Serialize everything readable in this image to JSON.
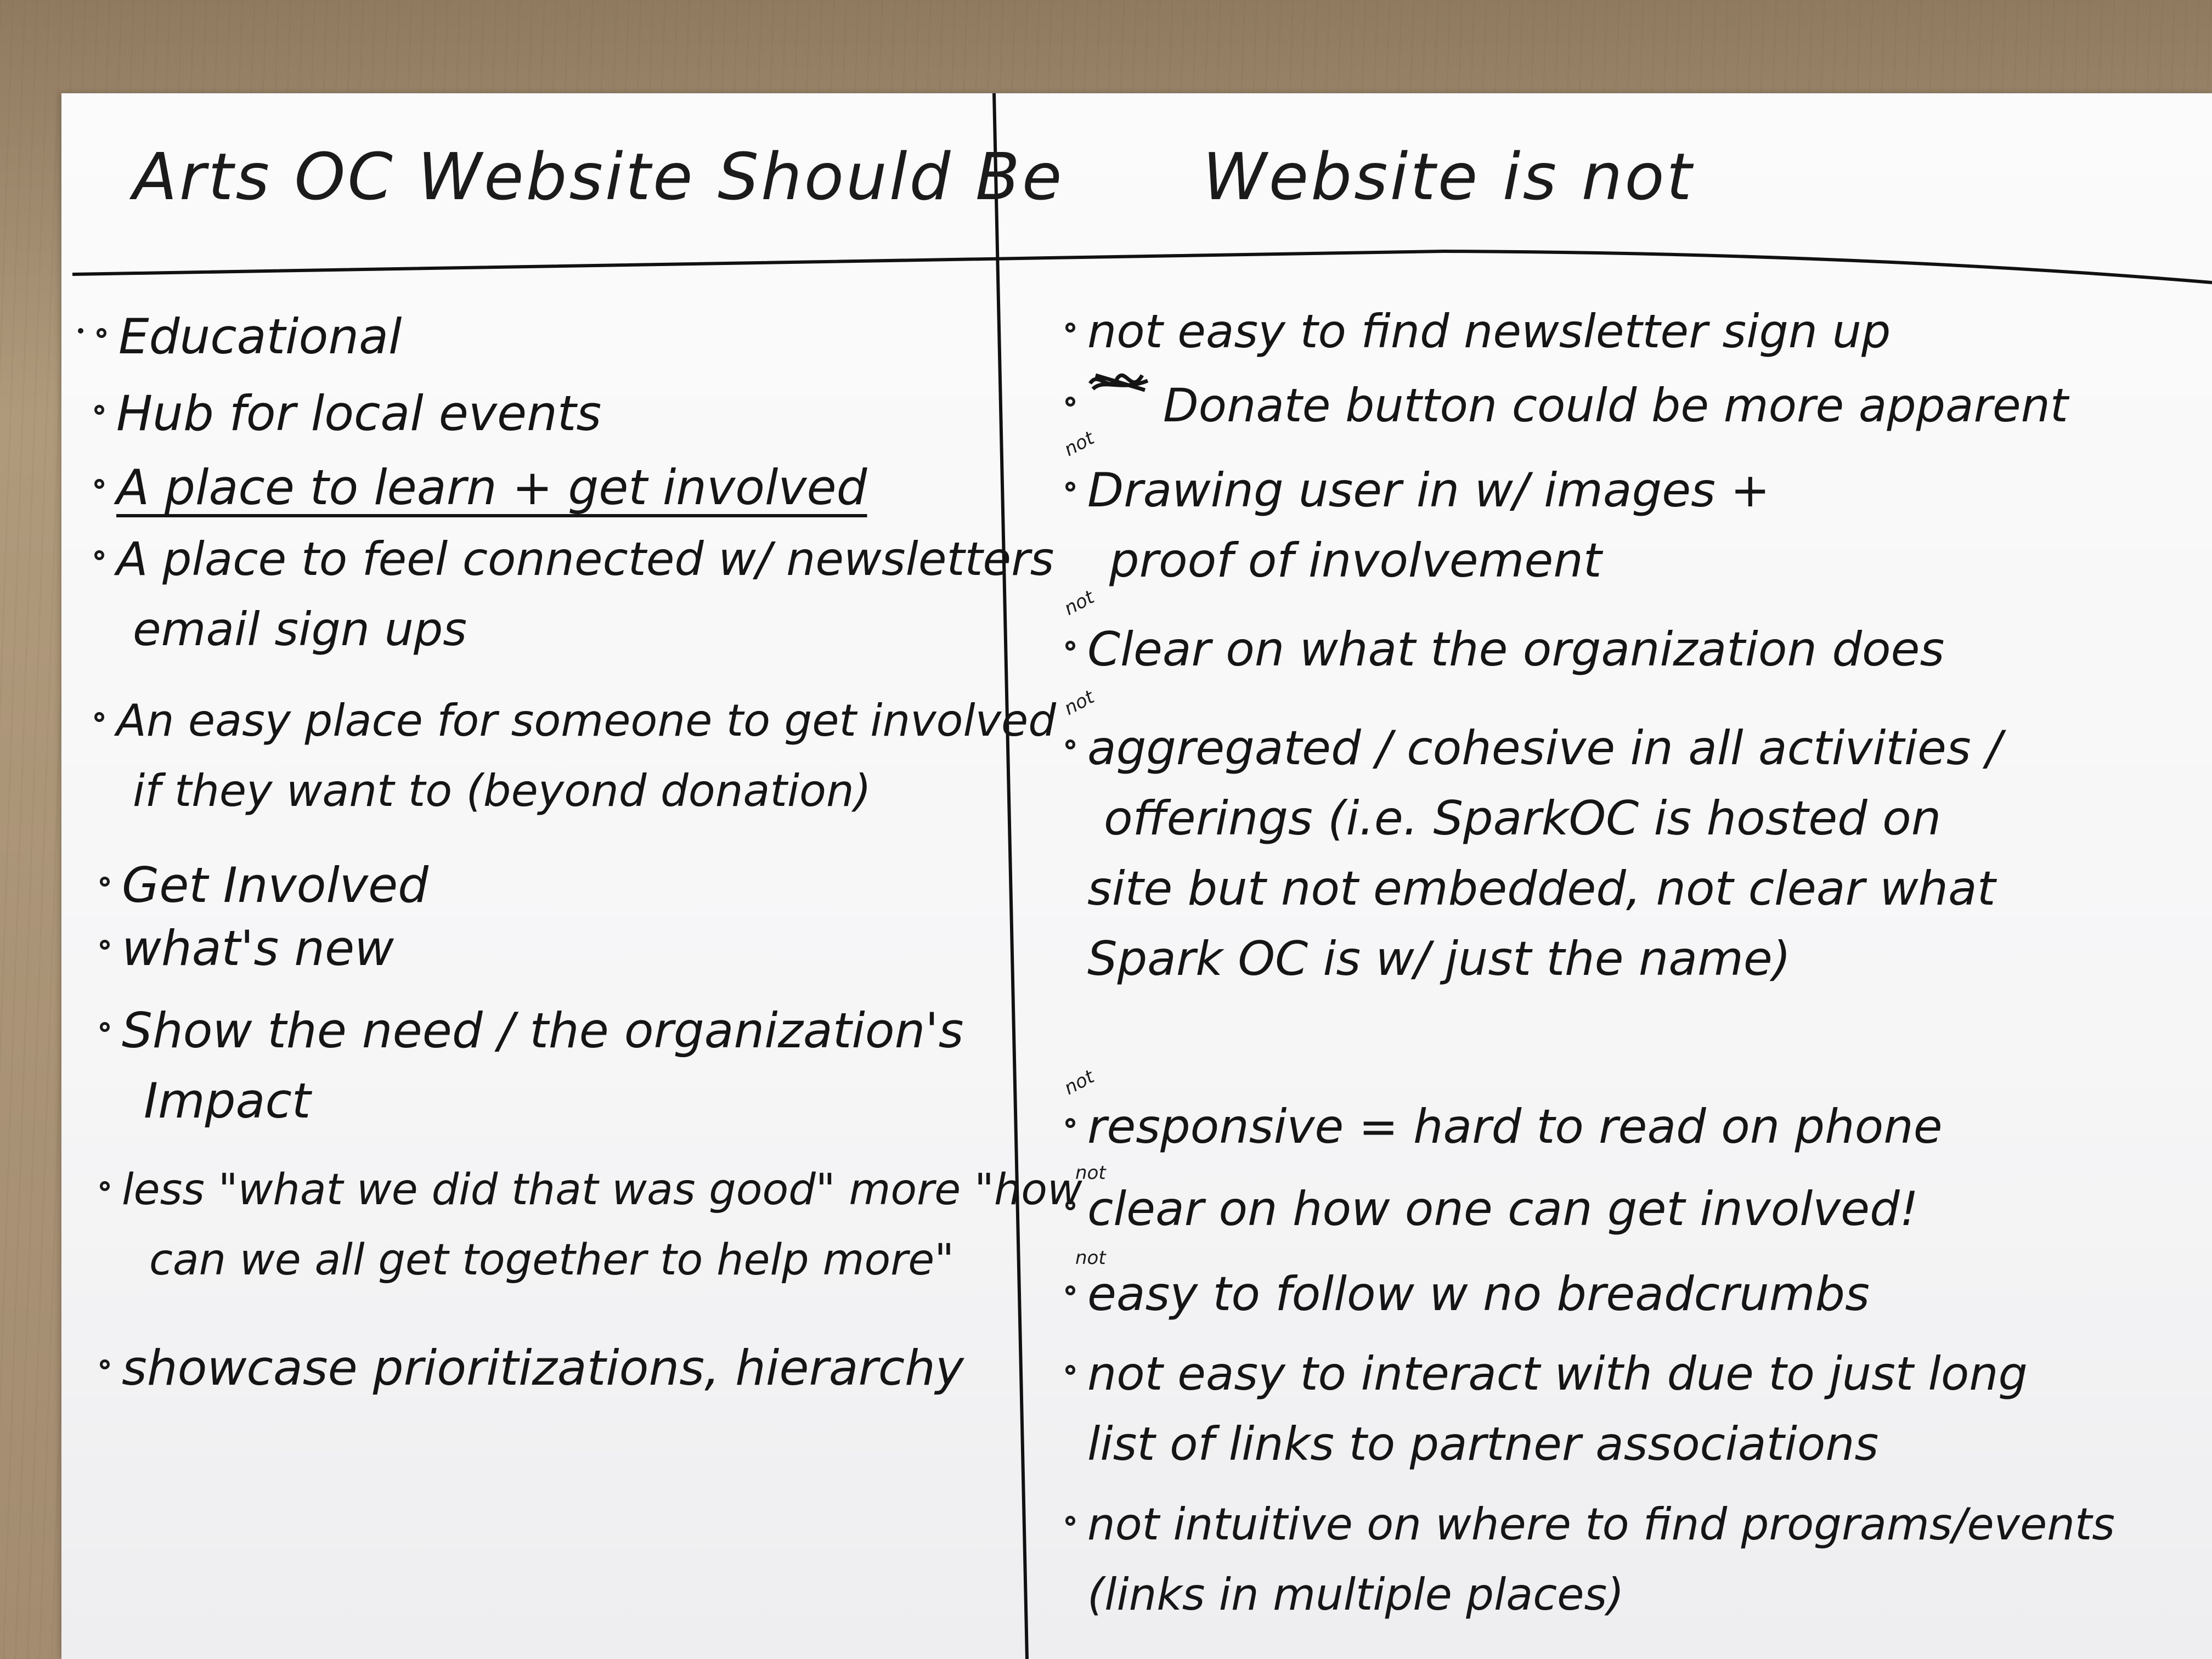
{
  "headings": {
    "left": "Arts OC Website Should Be",
    "right": "Website is not"
  },
  "left_items": [
    {
      "text": "Educational"
    },
    {
      "text": "Hub for local events"
    },
    {
      "text": "A place to learn + get involved"
    },
    {
      "line1": "A place to feel connected w/ newsletters",
      "line2": "email sign ups"
    },
    {
      "line1": "An easy place for someone to get involved",
      "line2": "if they want to (beyond donation)"
    },
    {
      "text": "Get Involved"
    },
    {
      "text": "what's new"
    },
    {
      "line1": "Show the need / the organization's",
      "line2": "Impact"
    },
    {
      "line1": "less \"what we did that was good\" more \"how",
      "line2": "can we all get together to help more\""
    },
    {
      "text": "showcase prioritizations, hierarchy"
    }
  ],
  "right_items": [
    {
      "text": "not easy to find newsletter sign up"
    },
    {
      "text": "Donate button could be more apparent"
    },
    {
      "note": "not",
      "line1": "Drawing user in w/ images +",
      "line2": "proof of involvement"
    },
    {
      "note": "not",
      "text": "Clear on what the organization does"
    },
    {
      "note": "not",
      "line1": "aggregated / cohesive in all activities /",
      "line2": "offerings (i.e. SparkOC is hosted on",
      "line3": "site but not embedded, not clear what",
      "line4": "Spark OC is w/ just the name)"
    },
    {
      "note": "not",
      "text": "responsive = hard to read on phone"
    },
    {
      "note": "not",
      "text": "clear on how one can get involved!"
    },
    {
      "note": "not",
      "text": "easy to follow w no breadcrumbs"
    },
    {
      "line1": "not easy to interact with due to just long",
      "line2": "list of links to partner associations"
    },
    {
      "line1": "not intuitive on where to find programs/events",
      "line2": "(links in multiple places)"
    }
  ]
}
